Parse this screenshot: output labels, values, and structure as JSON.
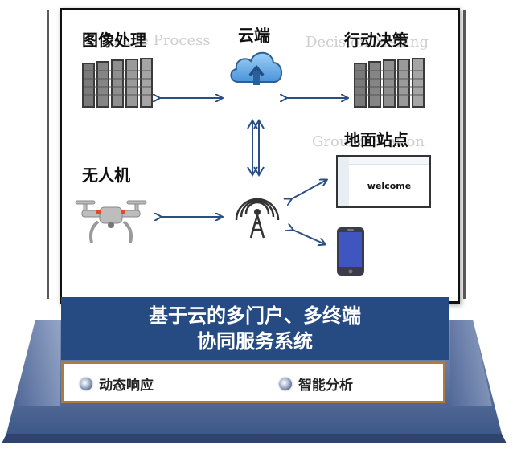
{
  "diagram": {
    "nodes": {
      "image_processing": "图像处理",
      "cloud": "云端",
      "decision": "行动决策",
      "uav": "无人机",
      "ground_station": "地面站点"
    },
    "ghost_text": {
      "image_processing": "Image Process",
      "decision": "Decision Making",
      "ground_station": "Ground Station"
    },
    "screen_text": "welcome"
  },
  "title": {
    "line1": "基于云的多门户、多终端",
    "line2": "协同服务系统"
  },
  "features": [
    "动态响应",
    "智能分析"
  ],
  "colors": {
    "title_bg": "#264a82",
    "pedestal": "#3d5a8c",
    "arrow": "#2a4f86",
    "feature_border": "#b07a3c"
  }
}
